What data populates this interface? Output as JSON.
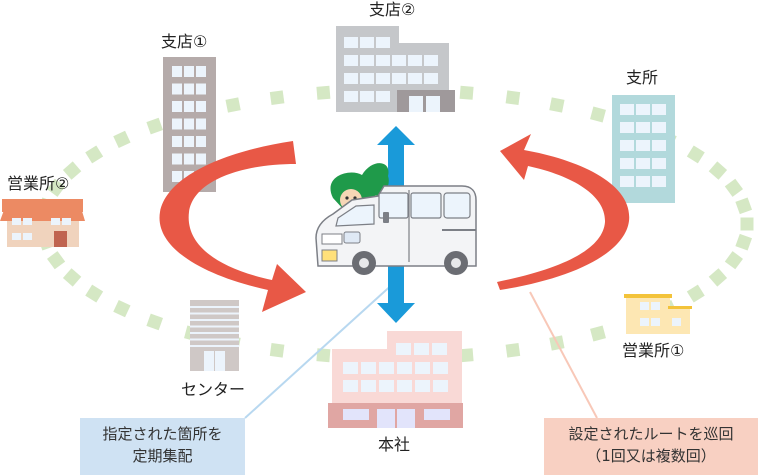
{
  "locations": {
    "branch_store_1": "支店①",
    "branch_store_2": "支店②",
    "branch_office": "支所",
    "sales_office_1": "営業所①",
    "sales_office_2": "営業所②",
    "center": "センター",
    "head_office": "本社"
  },
  "callouts": {
    "scheduled_pickup": {
      "line1": "指定された箇所を",
      "line2": "定期集配"
    },
    "route_patrol": {
      "line1": "設定されたルートを巡回",
      "line2": "（1回又は複数回）"
    }
  },
  "colors": {
    "route_dots": "#d5e8c4",
    "loop_arrow": "#e85846",
    "vertical_arrow": "#1a9ad9",
    "callout_blue": "#cfe2f3",
    "callout_pink": "#f8d0c2",
    "leader_blue": "#b8d8f0",
    "leader_pink": "#f8c8b8",
    "window": "#ecf4fc",
    "bldg_branch1": "#b5abaa",
    "bldg_branch2": "#c5c7ca",
    "bldg_branch2_base": "#9f999b",
    "bldg_office": "#b2d9dc",
    "bldg_sales1": "#fde7b3",
    "bldg_sales1_roof": "#f3c33a",
    "bldg_sales2": "#f0d3bd",
    "bldg_sales2_roof": "#ec8a63",
    "bldg_sales2_door": "#c06450",
    "bldg_center": "#cfc8c6",
    "bldg_head": "#f9d9d6",
    "bldg_head_base": "#e0a6a3",
    "van_body": "#f3f4f6",
    "van_outline": "#7c7f86",
    "mascot_leaf": "#1f9a4a",
    "mascot_face": "#f6d6b6"
  }
}
